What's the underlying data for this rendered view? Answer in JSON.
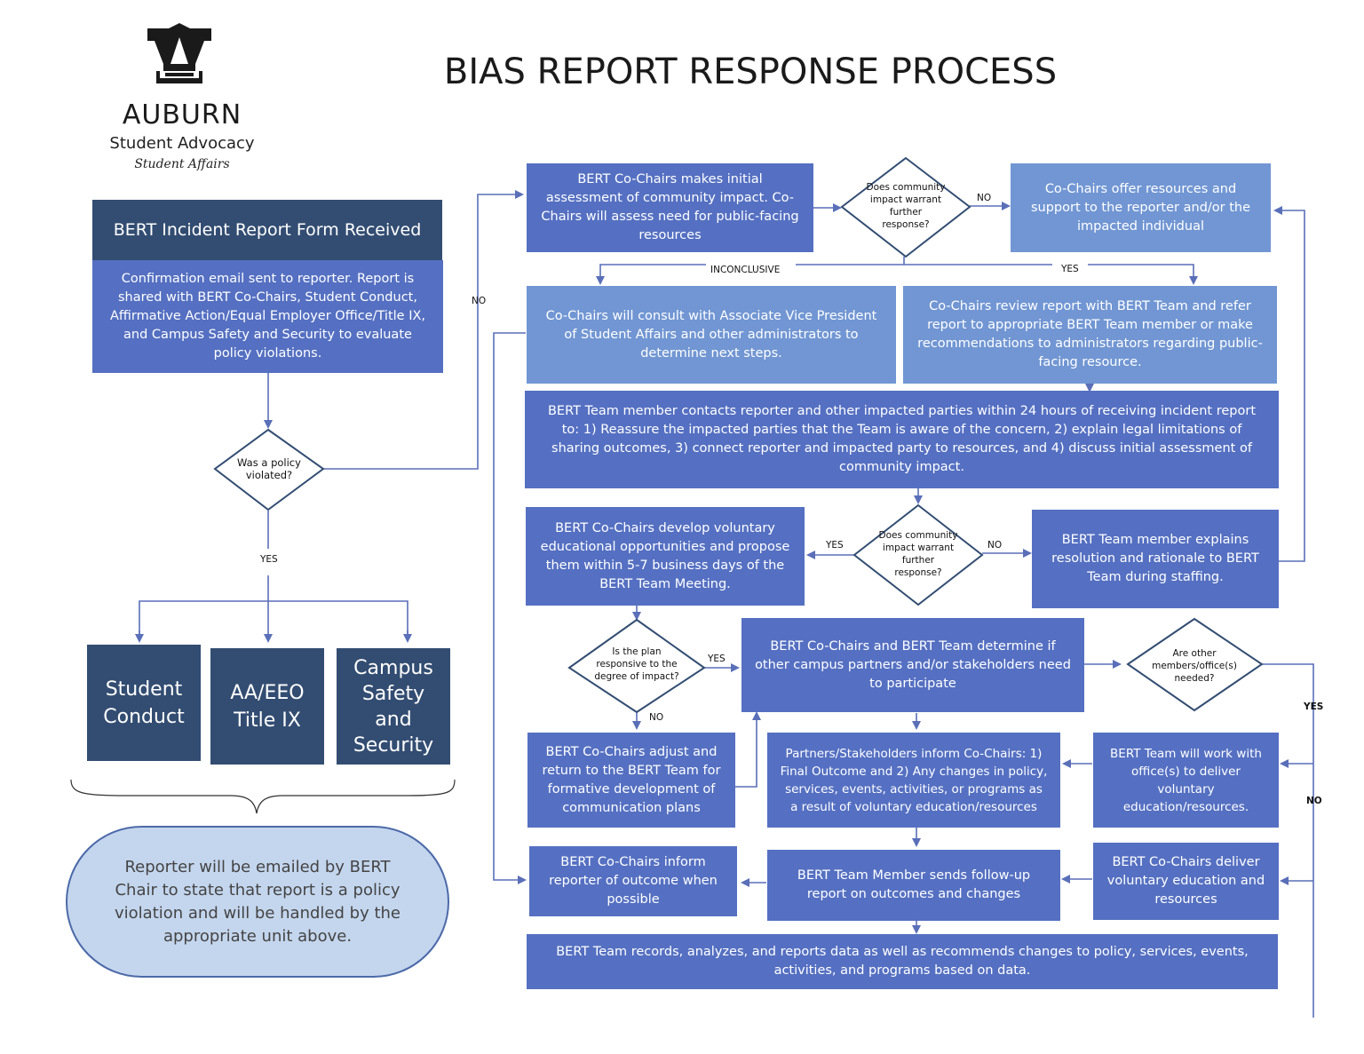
{
  "title": "BIAS REPORT RESPONSE PROCESS",
  "logo": {
    "mark": "AU",
    "name": "AUBURN",
    "dept": "Student Advocacy",
    "division": "Student Affairs",
    "icon": "auburn-au-logo-icon"
  },
  "colors": {
    "dark": "#334d72",
    "mid": "#5570c2",
    "light": "#7196d3",
    "bubble": "#c4d6ee",
    "line": "#5a6fb8"
  },
  "left": {
    "form_received": "BERT Incident Report Form Received",
    "confirmation": "Confirmation email sent to reporter. Report is shared with BERT Co-Chairs, Student Conduct, Affirmative Action/Equal Employer Office/Title IX, and Campus Safety and Security to evaluate policy violations.",
    "policy_question": "Was a policy violated?",
    "yes": "YES",
    "no": "NO",
    "units": [
      "Student Conduct",
      "AA/EEO Title IX",
      "Campus Safety and Security"
    ],
    "reporter_note": "Reporter will be emailed by BERT Chair to state that report is a policy violation and will be handled by the appropriate unit above."
  },
  "flow": {
    "initial_assessment": "BERT Co-Chairs makes initial assessment of community impact. Co-Chairs will assess need for public-facing resources",
    "impact_question_1": "Does community impact warrant further response?",
    "no_1": "NO",
    "offer_resources": "Co-Chairs offer resources and support to the reporter and/or the impacted individual",
    "inconclusive": "INCONCLUSIVE",
    "yes_1": "YES",
    "consult_avp": "Co-Chairs will consult with Associate Vice President of Student Affairs and other administrators to determine next steps.",
    "review_report": "Co-Chairs review report with BERT Team and refer report to appropriate BERT Team member or make recommendations to administrators regarding public-facing resource.",
    "contact_reporter": "BERT Team member contacts reporter and other impacted parties within 24 hours of receiving incident report to: 1) Reassure the impacted parties that the Team is aware of the concern, 2) explain legal limitations of sharing outcomes, 3) connect reporter and impacted party to resources, and 4) discuss initial assessment of community impact.",
    "develop_opportunities": "BERT Co-Chairs develop voluntary educational opportunities and propose them within 5-7 business days of the BERT Team Meeting.",
    "yes_2": "YES",
    "impact_question_2": "Does community impact warrant further response?",
    "no_2": "NO",
    "explain_resolution": "BERT Team member explains resolution and rationale to BERT Team during staffing.",
    "plan_question": "Is the plan responsive to the degree of impact?",
    "yes_3": "YES",
    "no_3": "NO",
    "determine_partners": "BERT Co-Chairs and BERT Team determine if other campus partners and/or stakeholders need to participate",
    "other_members_question": "Are other members/office(s) needed?",
    "yes_4": "YES",
    "no_4": "NO",
    "adjust_return": "BERT Co-Chairs adjust and return to the BERT Team for formative development of communication plans",
    "partners_inform": "Partners/Stakeholders inform Co-Chairs: 1) Final Outcome and 2) Any changes in policy, services, events, activities, or programs as a result of voluntary education/resources",
    "work_with_offices": "BERT Team will work with office(s) to deliver voluntary education/resources.",
    "inform_reporter": "BERT Co-Chairs inform reporter of outcome when possible",
    "follow_up": "BERT Team Member sends follow-up report on outcomes and changes",
    "deliver_education": "BERT Co-Chairs deliver voluntary education and resources",
    "records": "BERT Team records, analyzes, and reports data as well as recommends changes to policy, services, events, activities, and programs based on data."
  }
}
